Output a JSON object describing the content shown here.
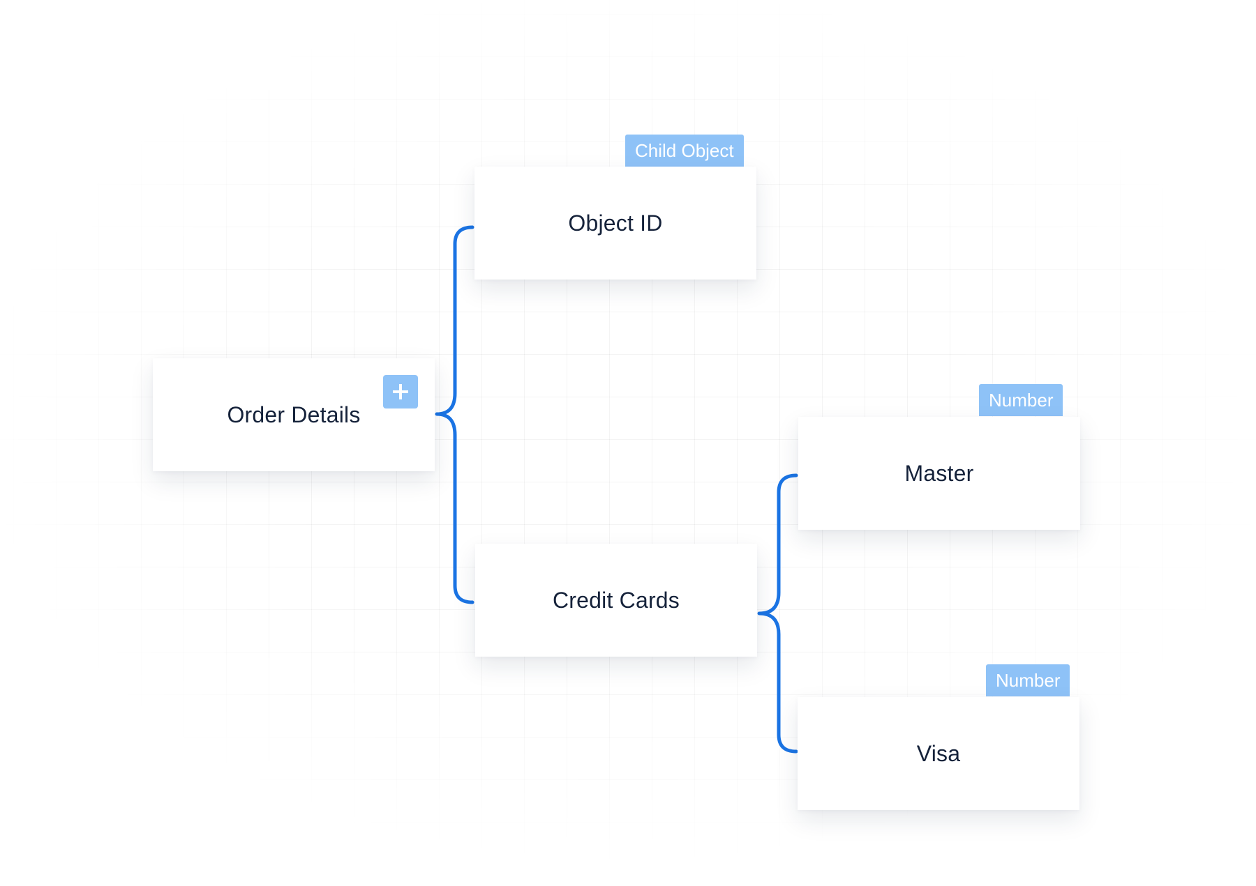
{
  "diagram": {
    "root": {
      "label": "Order Details",
      "add_button": {
        "icon": "plus-icon"
      }
    },
    "children": [
      {
        "label": "Object ID",
        "tag": "Child Object"
      },
      {
        "label": "Credit Cards",
        "tag": ""
      }
    ],
    "grandchildren": [
      {
        "label": "Master",
        "tag": "Number"
      },
      {
        "label": "Visa",
        "tag": "Number"
      }
    ]
  },
  "colors": {
    "connector": "#1b74e4",
    "tag_background": "#8ec2f7",
    "node_text": "#15223a"
  }
}
